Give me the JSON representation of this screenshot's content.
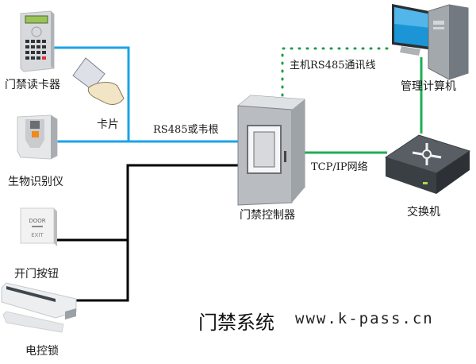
{
  "diagram": {
    "title": "门禁系统",
    "website": "www.k-pass.cn",
    "nodes": {
      "card_reader": {
        "label": "门禁读卡器",
        "icon": "keypad-card-reader-icon"
      },
      "card": {
        "label": "卡片",
        "icon": "hand-holding-card-icon"
      },
      "biometric": {
        "label": "生物识别仪",
        "icon": "fingerprint-reader-icon"
      },
      "exit_button": {
        "label": "开门按钮",
        "icon": "door-exit-button-icon",
        "button_text": [
          "DOOR",
          "EXIT"
        ]
      },
      "electric_lock": {
        "label": "电控锁",
        "icon": "magnetic-lock-icon"
      },
      "controller": {
        "label": "门禁控制器",
        "icon": "control-cabinet-icon"
      },
      "computer": {
        "label": "管理计算机",
        "icon": "desktop-computer-icon"
      },
      "switch": {
        "label": "交换机",
        "icon": "network-switch-icon"
      }
    },
    "connections": {
      "rs485_wiegand": {
        "label": "RS485或韦根",
        "color": "#1aa3e8",
        "style": "solid"
      },
      "host_rs485": {
        "label": "主机RS485通讯线",
        "color": "#1e9e4a",
        "style": "dotted"
      },
      "tcpip": {
        "label": "TCP/IP网络",
        "color": "#1fae55",
        "style": "solid"
      },
      "io_wiring": {
        "label": "",
        "color": "#000000",
        "style": "solid"
      }
    }
  }
}
